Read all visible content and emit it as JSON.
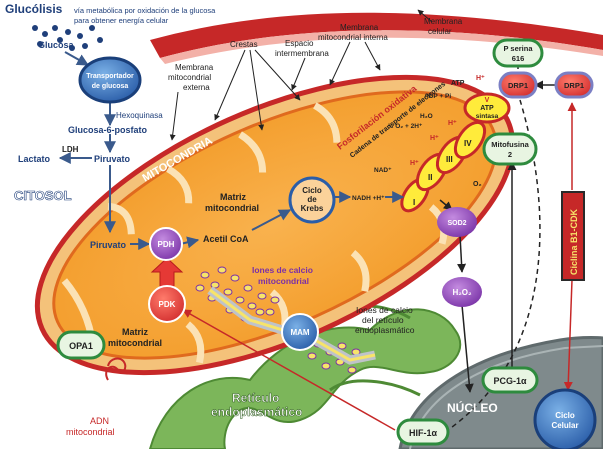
{
  "header": {
    "title": "Glucólisis",
    "subtitle_line1": "vía metabólica por oxidación de la glucosa",
    "subtitle_line2": "para obtener energía celular"
  },
  "labels": {
    "glucosa": "Glucosa",
    "transportador_1": "Transportador",
    "transportador_2": "de glucosa",
    "hexoquinasa": "Hexoquinasa",
    "glucosa6": "Glucosa-6-posfato",
    "ldh": "LDH",
    "lactato": "Lactato",
    "piruvato_top": "Piruvato",
    "piruvato_mid": "Piruvato",
    "citosol": "CITOSOL",
    "mitocondria": "MITOCONDRIA",
    "membrana_externa_1": "Membrana",
    "membrana_externa_2": "mitocondrial",
    "membrana_externa_3": "externa",
    "crestas": "Crestas",
    "espacio_1": "Espacio",
    "espacio_2": "intermembrana",
    "membrana_interna_1": "Membrana",
    "membrana_interna_2": "mitocondrial interna",
    "membrana_celular_1": "Membrana",
    "membrana_celular_2": "celular",
    "fosforilacion": "Fosforilación oxidativa",
    "cadena": "Cadena de transporte de electrones",
    "matriz_1a": "Matriz",
    "matriz_1b": "mitocondrial",
    "ciclo_1": "Ciclo",
    "ciclo_2": "de",
    "ciclo_3": "Krebs",
    "nadh": "NADH +H⁺",
    "nad": "NAD⁺",
    "acetil": "Acetil CoA",
    "pdh": "PDH",
    "pdk": "PDK",
    "iones_mito_1": "Iones de calcio",
    "iones_mito_2": "mitocondrial",
    "mam": "MAM",
    "iones_ret_1": "Iones de calcio",
    "iones_ret_2": "del retículo",
    "iones_ret_3": "endoplasmático",
    "opa1": "OPA1",
    "matriz_2a": "Matriz",
    "matriz_2b": "mitocondrial",
    "adn_1": "ADN",
    "adn_2": "mitocondrial",
    "reticulo_1": "Retículo",
    "reticulo_2": "endoplasmático",
    "nucleo": "NÚCLEO",
    "hif": "HIF-1α",
    "pcg": "PCG-1α",
    "sod2": "SOD2",
    "h2o2": "H₂O₂",
    "mitofusina_1": "Mitofusina",
    "mitofusina_2": "2",
    "serina_1": "P serina",
    "serina_2": "616",
    "drp1_inner": "DRP1",
    "drp1_outer": "DRP1",
    "ciclina": "Ciclina B1-CDK",
    "ciclo_cel_1": "Ciclo",
    "ciclo_cel_2": "Celular",
    "atp_1": "V",
    "atp_2": "ATP",
    "atp_3": "sintasa",
    "atp_top": "ATP",
    "adp": "ADP + Pi",
    "h2o": "H₂O",
    "o2_reaction": "½ O₂ + 2H⁺",
    "o2": "O₂",
    "hplus": "H⁺",
    "complex_1": "I",
    "complex_2": "II",
    "complex_3": "III",
    "complex_4": "IV"
  },
  "colors": {
    "mito_fill": "#f7a73a",
    "mito_outer": "#f4c27a",
    "membrane_red": "#c62828",
    "er_green": "#6aa84f",
    "nucleus_gray": "#7f8a8c",
    "protein_purple": "#9c4fc4",
    "protein_green": "#2e8b3e",
    "pdk_red": "#e53935",
    "ciclina_red": "#c62828"
  }
}
